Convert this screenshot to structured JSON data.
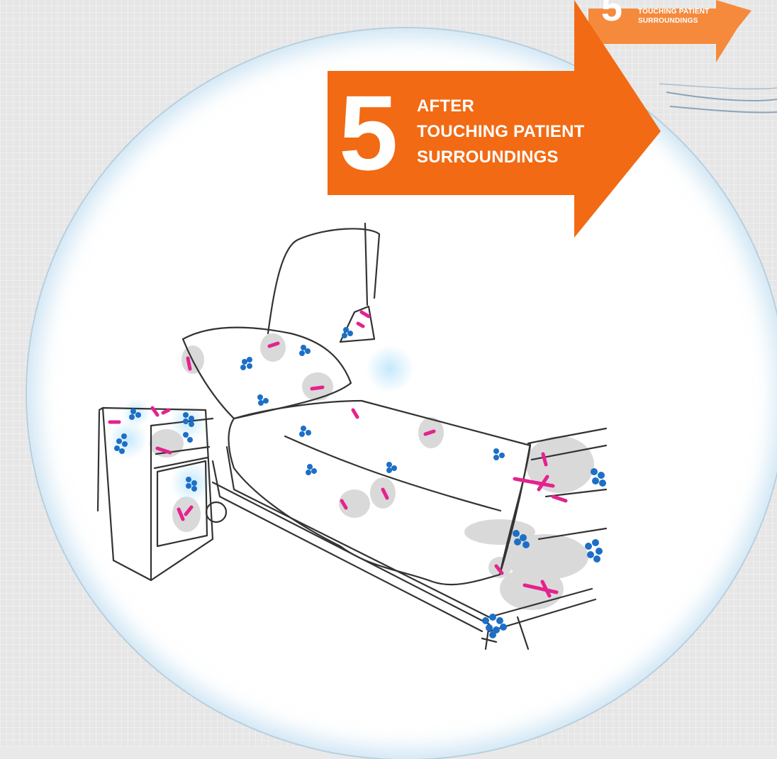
{
  "background_label": {
    "number": "5",
    "line1": "TOUCHING PATIENT",
    "line2": "SURROUNDINGS"
  },
  "moment": {
    "number": "5",
    "line1": "AFTER",
    "line2": "TOUCHING PATIENT",
    "line3": "SURROUNDINGS"
  },
  "colors": {
    "arrow": "#f26a13",
    "microbe_blue": "#1d6fc6",
    "microbe_pink": "#e5228e",
    "contamination_grey": "#d9d9d9"
  }
}
